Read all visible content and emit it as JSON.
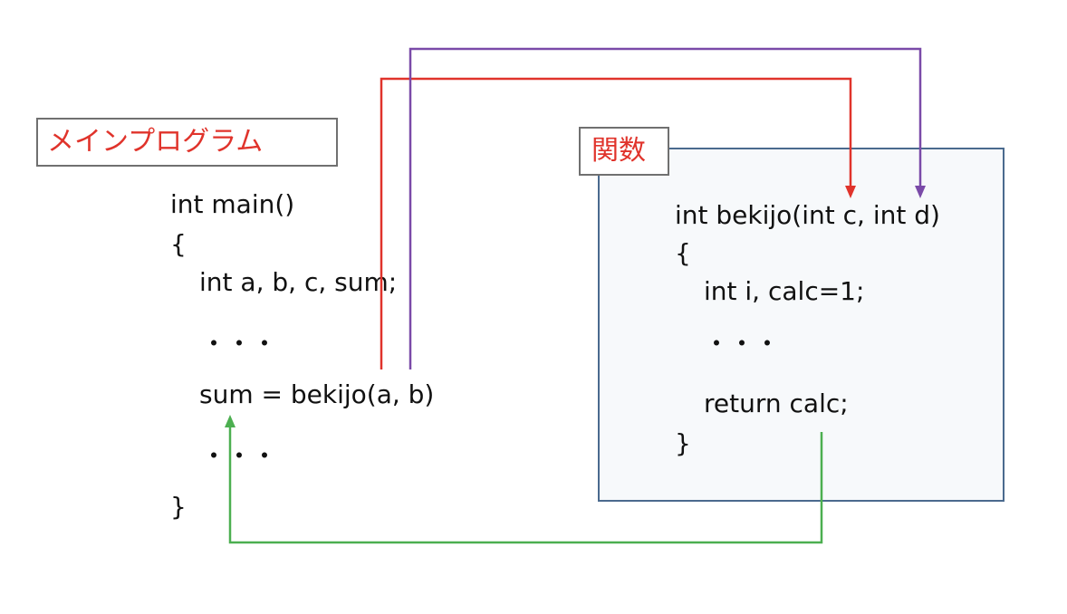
{
  "main_program": {
    "label": "メインプログラム",
    "code": {
      "line1": "int main()",
      "line2": "{",
      "line3": "int a, b, c, sum;",
      "line4": "・・・",
      "line5": "sum = bekijo(a, b)",
      "line6": "・・・",
      "line7": "}"
    }
  },
  "function": {
    "label": "関数",
    "code": {
      "line1": "int bekijo(int c, int d)",
      "line2": "{",
      "line3": "int i, calc=1;",
      "line4": "・・・",
      "line5": "return calc;",
      "line6": "}"
    }
  },
  "colors": {
    "label_text": "#e0332b",
    "arrow_arg_a_to_c": "#e0332b",
    "arrow_arg_b_to_d": "#7a4aa8",
    "arrow_return": "#4caf50",
    "function_border": "#4a6a8e"
  }
}
